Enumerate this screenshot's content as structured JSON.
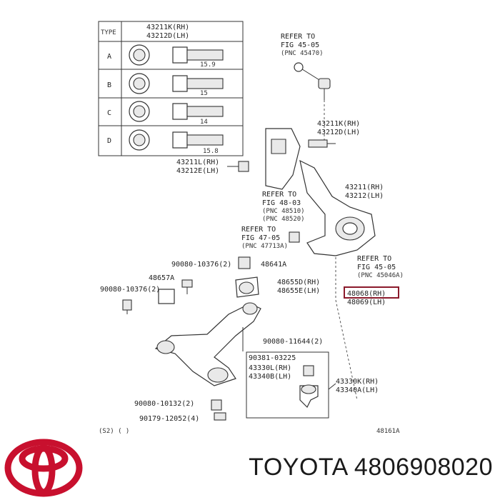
{
  "table": {
    "header_type": "TYPE",
    "header_part_rh": "43211K(RH)",
    "header_part_lh": "43212D(LH)",
    "rows": [
      {
        "type": "A",
        "dim": "15.9"
      },
      {
        "type": "B",
        "dim": "15"
      },
      {
        "type": "C",
        "dim": "14"
      },
      {
        "type": "D",
        "dim": "15.8"
      }
    ]
  },
  "refs": {
    "r1": {
      "l1": "REFER TO",
      "l2": "FIG 45-05",
      "l3": "(PNC 45470)"
    },
    "r2": {
      "l1": "REFER TO",
      "l2": "FIG 48-03",
      "l3": "(PNC 48510)",
      "l4": "(PNC 48520)"
    },
    "r3": {
      "l1": "REFER TO",
      "l2": "FIG 47-05",
      "l3": "(PNC 47713A)"
    },
    "r4": {
      "l1": "REFER TO",
      "l2": "FIG 45-05",
      "l3": "(PNC 45046A)"
    }
  },
  "parts": {
    "p43211k": "43211K(RH)",
    "p43212d": "43212D(LH)",
    "p43211l": "43211L(RH)",
    "p43212e": "43212E(LH)",
    "p43211": "43211(RH)",
    "p43212": "43212(LH)",
    "p90080_10376a": "90080-10376(2)",
    "p48641a": "48641A",
    "p48657a": "48657A",
    "p90080_10376b": "90080-10376(2)",
    "p48655d": "48655D(RH)",
    "p48655e": "48655E(LH)",
    "p48068": "48068(RH)",
    "p48069": "48069(LH)",
    "p90080_11644": "90080-11644(2)",
    "p90381": "90381-03225",
    "p43330l": "43330L(RH)",
    "p43340b": "43340B(LH)",
    "p43330k": "43330K(RH)",
    "p43340a": "43340A(LH)",
    "p90080_10132": "90080-10132(2)",
    "p90179": "90179-12052(4)",
    "footer_left": "(S2) (    )",
    "footer_right": "48161A"
  },
  "brand": {
    "name": "TOYOTA",
    "part_number": "4806908020",
    "highlight_color": "#8b1a2b",
    "logo_color": "#c8102e"
  }
}
